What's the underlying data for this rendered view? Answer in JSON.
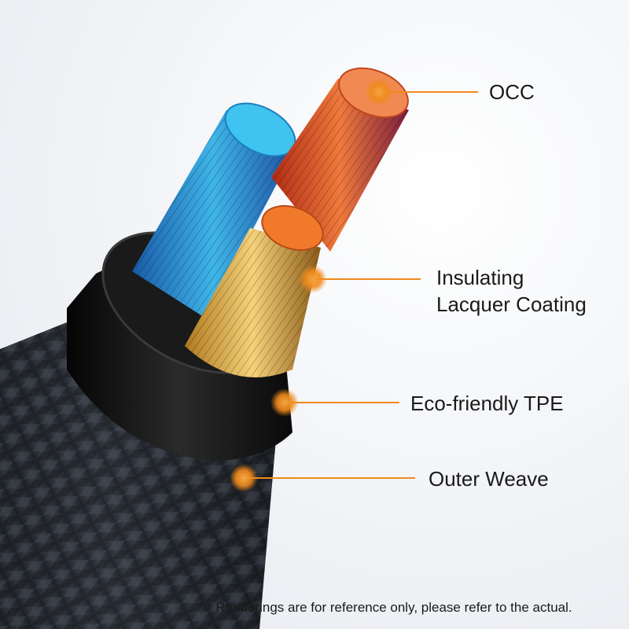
{
  "colors": {
    "accent_orange": "#f08a1c",
    "blue_core": "#2a9fd8",
    "copper_core": "#d9522a",
    "gold_core": "#e0b448",
    "tpe_black": "#141414",
    "weave_dark": "#2b2f36"
  },
  "labels": {
    "occ": "OCC",
    "lacquer_line1": "Insulating",
    "lacquer_line2": "Lacquer Coating",
    "tpe": "Eco-friendly TPE",
    "weave": "Outer Weave"
  },
  "disclaimer": "* Renderings are for reference only, please refer to the actual."
}
